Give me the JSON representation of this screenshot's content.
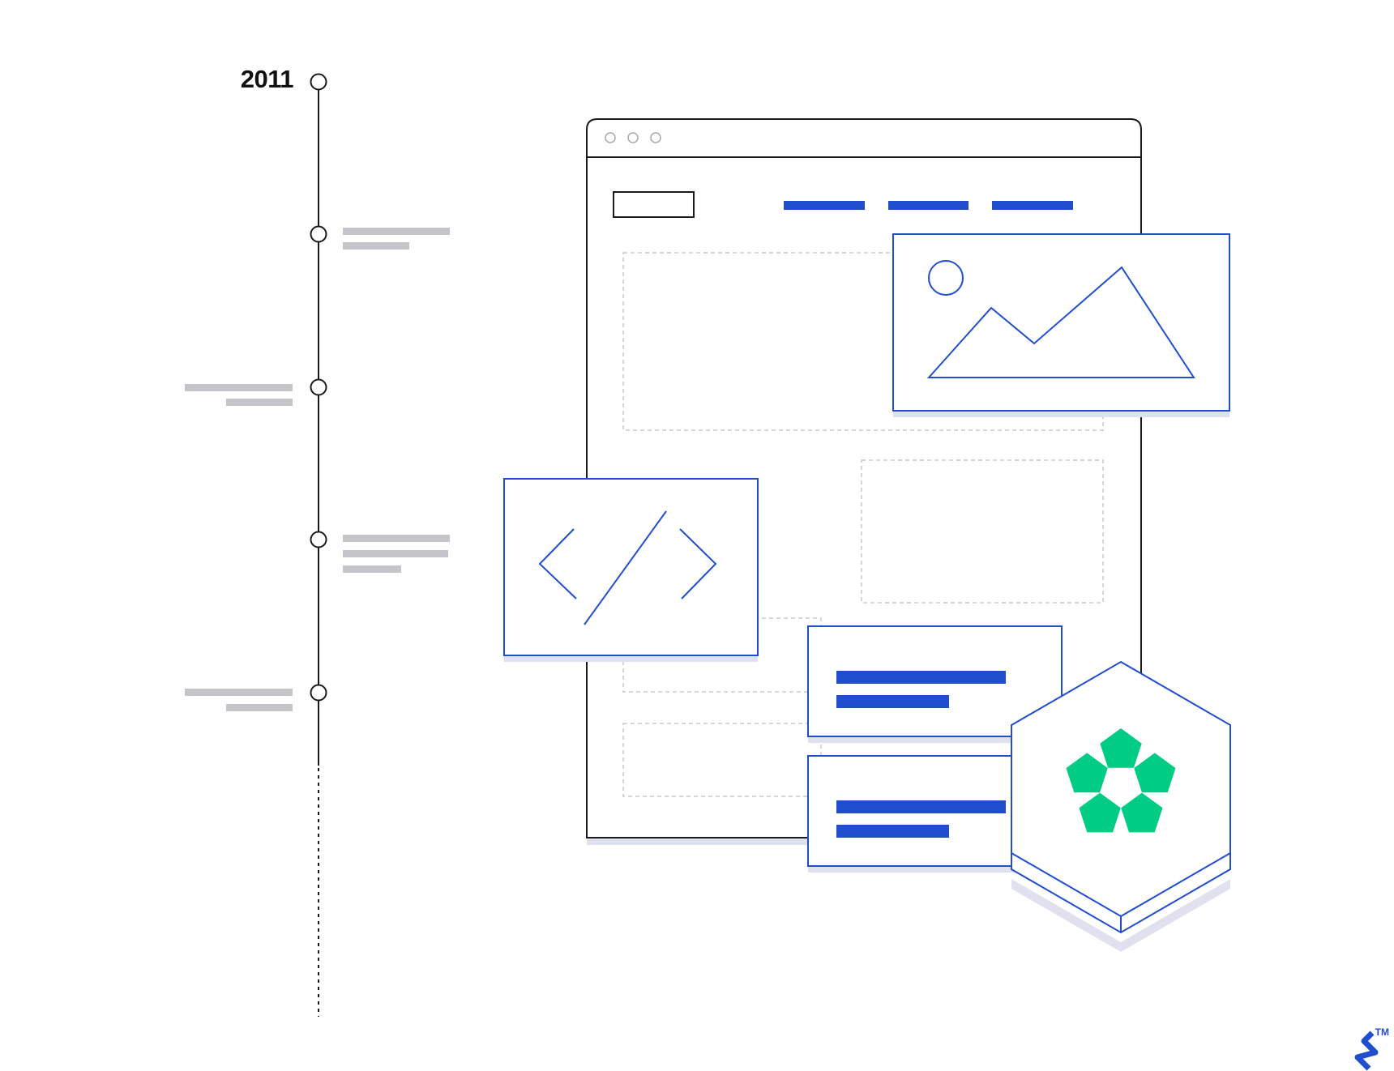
{
  "timeline": {
    "year": "2011",
    "events": [
      {
        "side": "right",
        "lines": 2
      },
      {
        "side": "left",
        "lines": 2
      },
      {
        "side": "right",
        "lines": 3
      },
      {
        "side": "left",
        "lines": 2
      }
    ]
  },
  "icons": {
    "image_card": "image-icon",
    "code_card": "code-icon",
    "badge": "pentagon-flower-icon",
    "brand": "toptal-logo-icon"
  },
  "brand": {
    "trademark": "TM"
  },
  "colors": {
    "accent_blue": "#204ecf",
    "badge_green": "#00cc83",
    "placeholder_gray": "#c4c5c9",
    "dashed_gray": "#c8c8c8",
    "shadow_lavender": "#dfe1ee",
    "outline_dark": "#1a1a1a"
  }
}
